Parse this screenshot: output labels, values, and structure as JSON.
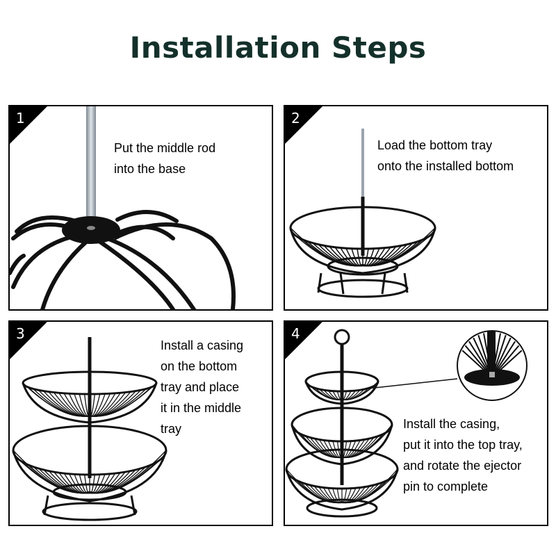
{
  "title": "Installation Steps",
  "steps": [
    {
      "number": "1",
      "lines": [
        "Put the middle rod",
        "into the base"
      ]
    },
    {
      "number": "2",
      "lines": [
        "Load the bottom tray",
        "onto the installed bottom"
      ]
    },
    {
      "number": "3",
      "lines": [
        "Install a casing",
        "on the bottom",
        "tray and place",
        "it in the middle",
        "tray"
      ]
    },
    {
      "number": "4",
      "lines": [
        "Install the casing,",
        "put it into the top tray,",
        "and rotate the ejector",
        "pin to complete"
      ]
    }
  ],
  "colors": {
    "title": "#14302a",
    "border": "#000000",
    "wire": "#111111",
    "rod": "#9aa3ad"
  },
  "icons": [
    "base-with-rod-illustration",
    "bottom-tray-illustration",
    "two-tier-basket-illustration",
    "three-tier-basket-illustration",
    "detail-magnifier-illustration"
  ]
}
